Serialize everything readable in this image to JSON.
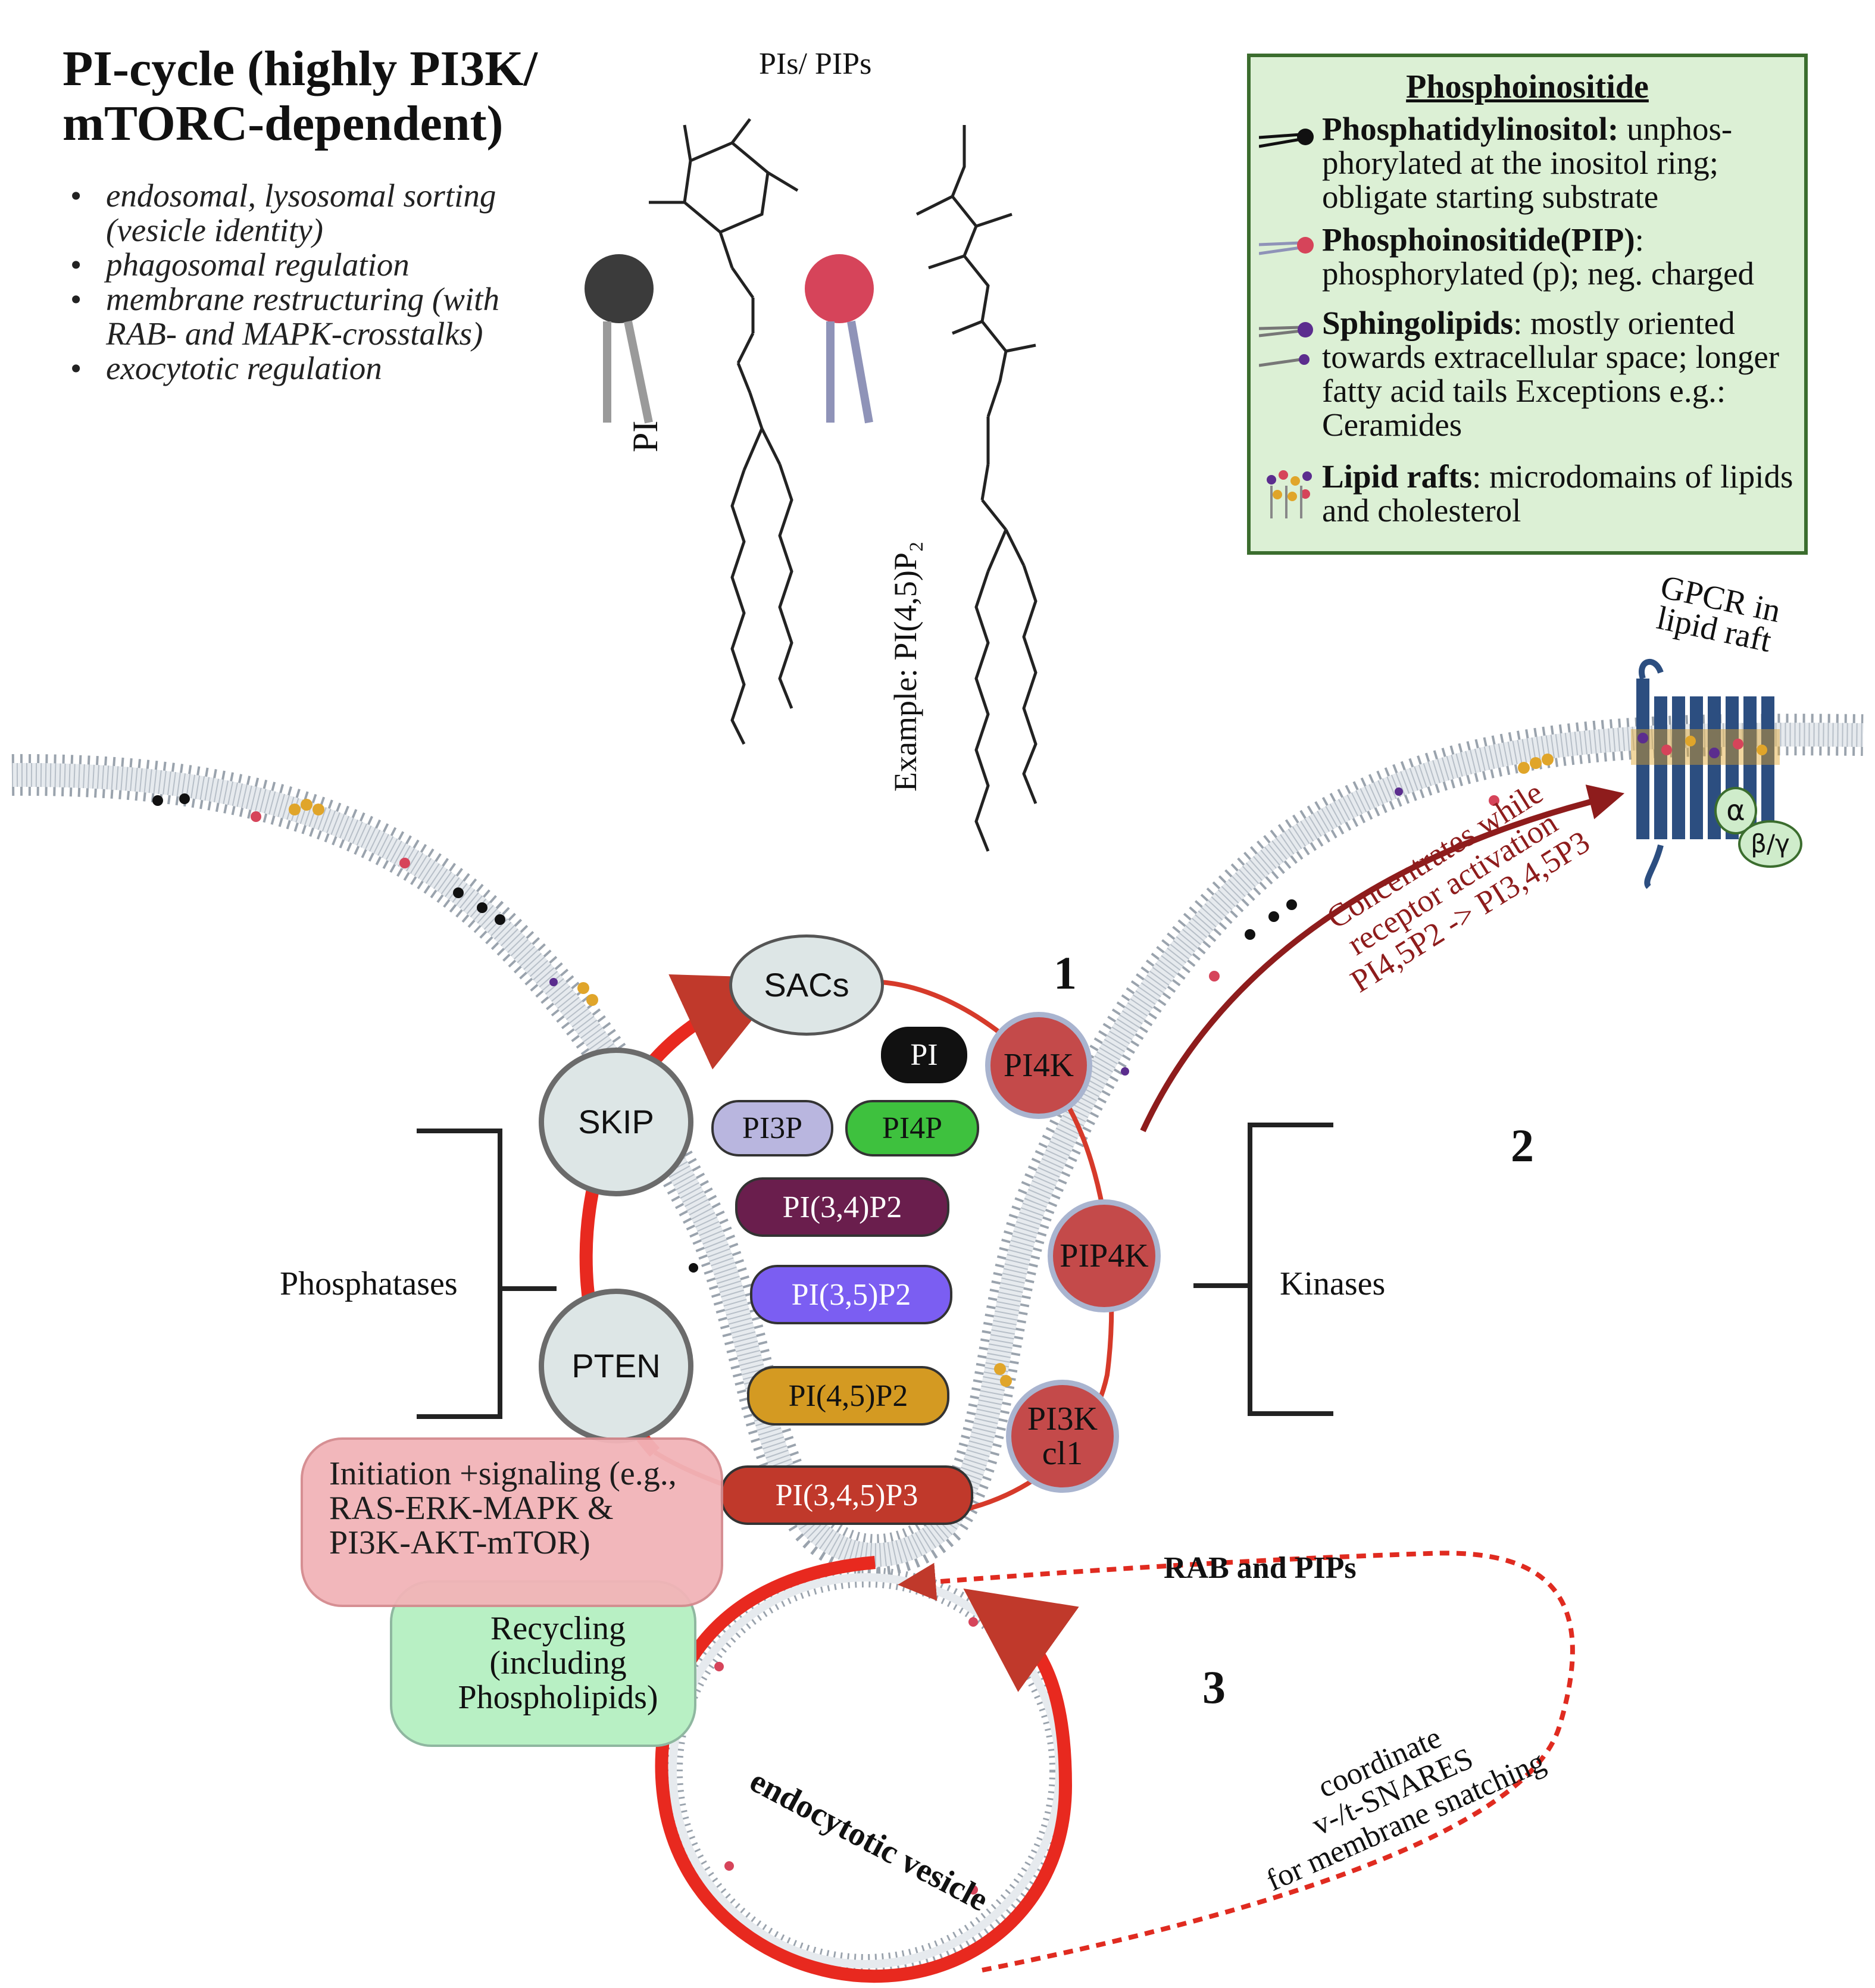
{
  "title": {
    "line1": "PI-cycle (highly PI3K/",
    "line2": " mTORC-dependent)"
  },
  "bullets": [
    "endosomal, lysosomal sorting (vesicle identity)",
    "phagosomal regulation",
    "membrane restructuring (with RAB- and MAPK-crosstalks)",
    "exocytotic regulation"
  ],
  "structures": {
    "header": "PIs/ PIPs",
    "pi_label": "PI",
    "example_label": "Example: PI(4,5)P₂"
  },
  "legend": {
    "title": "Phosphoinositide",
    "entries": [
      {
        "name": "Phosphatidylinositol:",
        "text": " unphos-phorylated at the inositol ring; obligate starting substrate",
        "icon_color": "#111111"
      },
      {
        "name": "Phosphoinositide(PIP)",
        "text": ": phosphorylated (p); neg. charged",
        "icon_color": "#d6445a"
      },
      {
        "name": "Sphingolipids",
        "text": ": mostly oriented towards extracellular space; longer fatty acid tails Exceptions e.g.: Ceramides",
        "icon_color": "#5b2d8e"
      },
      {
        "name": "Lipid rafts",
        "text": ": microdomains of lipids and cholesterol",
        "icon_color": "#e0a52a"
      }
    ],
    "bg_color": "#dcf0d5",
    "border_color": "#3b6d2e"
  },
  "gpcr": {
    "label": "GPCR in lipid raft",
    "alpha": "α",
    "beta_gamma": "β/γ"
  },
  "arrow_text": {
    "line1": "Concentrates while",
    "line2": "receptor activation",
    "line3": "PI4,5P2 -> PI3,4,5P3"
  },
  "numbers": {
    "n1": "1",
    "n2": "2",
    "n3": "3"
  },
  "enzymes": {
    "sacs": "SACs",
    "skip": "SKIP",
    "pten": "PTEN",
    "pi4k": "PI4K",
    "pip4k": "PIP4K",
    "pi3k": "PI3K cl1"
  },
  "lipids": {
    "pi": "PI",
    "pi3p": "PI3P",
    "pi4p": "PI4P",
    "pi34p2": "PI(3,4)P2",
    "pi35p2": "PI(3,5)P2",
    "pi45p2": "PI(4,5)P2",
    "pi345p3": "PI(3,4,5)P3"
  },
  "lipid_colors": {
    "pi": "#111111",
    "pi3p": "#b9b6df",
    "pi4p": "#3ec13e",
    "pi34p2": "#6a1e4d",
    "pi35p2": "#7b5ef2",
    "pi45p2": "#d49a22",
    "pi345p3": "#c0392b"
  },
  "groups": {
    "phosphatases": "Phosphatases",
    "kinases": "Kinases"
  },
  "bubbles": {
    "initiation": "Initiation +signaling (e.g., RAS-ERK-MAPK & PI3K-AKT-mTOR)",
    "recycling": "Recycling (including Phospholipids)"
  },
  "vesicle": {
    "label": "endocytotic vesicle",
    "rab_label": "RAB and PIPs",
    "coordinate_line1": "coordinate",
    "coordinate_line2": "v-/t-SNARES",
    "coordinate_line3": "for membrane snatching"
  }
}
